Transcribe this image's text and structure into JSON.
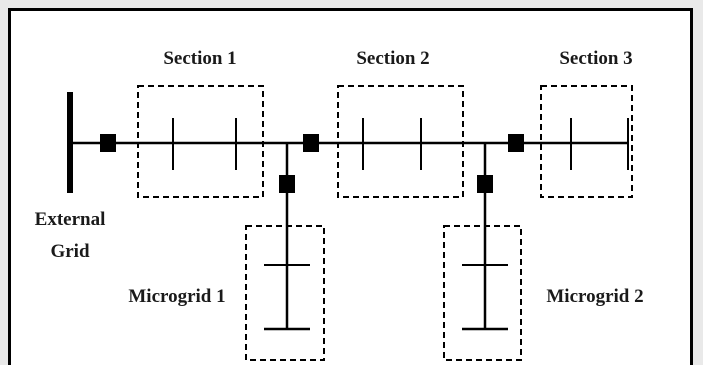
{
  "diagram": {
    "sections": [
      {
        "label": "Section 1"
      },
      {
        "label": "Section 2"
      },
      {
        "label": "Section 3"
      }
    ],
    "external_grid": {
      "line1": "External",
      "line2": "Grid"
    },
    "microgrids": [
      {
        "label": "Microgrid 1"
      },
      {
        "label": "Microgrid 2"
      }
    ],
    "colors": {
      "line": "#000000",
      "breaker": "#000000",
      "frame": "#000000",
      "background": "#ffffff"
    }
  }
}
